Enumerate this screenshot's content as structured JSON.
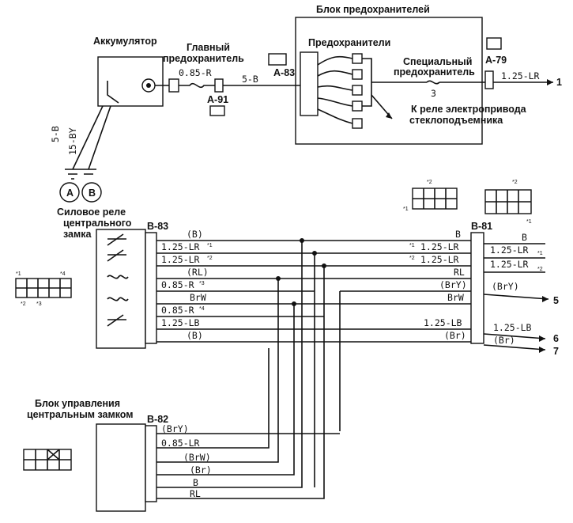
{
  "labels": {
    "fuse_block": "Блок предохранителей",
    "fuses": "Предохранители",
    "battery": "Аккумулятор",
    "main_fuse_l1": "Главный",
    "main_fuse_l2": "предохранитель",
    "special_fuse_l1": "Специальный",
    "special_fuse_l2": "предохранитель",
    "window_relay_l1": "К реле электропривода",
    "window_relay_l2": "стеклоподъемника",
    "power_relay_l1": "Силовое реле",
    "power_relay_l2": "центрального",
    "power_relay_l3": "замка",
    "control_unit_l1": "Блок управления",
    "control_unit_l2": "центральным замком"
  },
  "connectors": {
    "a83": "A-83",
    "a91": "A-91",
    "a79": "A-79",
    "b83": "B-83",
    "b81": "B-81",
    "b82": "B-82"
  },
  "top_wires": {
    "w085r": "0.85-R",
    "w5b": "5-B",
    "w125lr": "1.25-LR",
    "fuse_no": "3",
    "out1": "1",
    "batt_w1": "5-B",
    "batt_w2": "15-BY",
    "ground_a": "A",
    "ground_b": "B"
  },
  "b83_wires": [
    "(B)",
    "1.25-LR",
    "1.25-LR",
    "(RL)",
    "0.85-R",
    "BrW",
    "0.85-R",
    "1.25-LB",
    "(B)"
  ],
  "b83_marks": [
    "*1",
    "*2",
    "*3",
    "*4"
  ],
  "b81_in": [
    "B",
    "1.25-LR",
    "1.25-LR",
    "RL",
    "(BrY)",
    "BrW",
    "1.25-LB",
    "(Br)"
  ],
  "b81_in_marks": [
    "*1",
    "*2"
  ],
  "b81_out": [
    "B",
    "1.25-LR",
    "1.25-LR",
    "(BrY)",
    "1.25-LB",
    "(Br)"
  ],
  "b81_out_marks": [
    "*1",
    "*2"
  ],
  "outputs": [
    "5",
    "6",
    "7"
  ],
  "b82_wires": [
    "(BrY)",
    "0.85-LR",
    "(BrW)",
    "(Br)",
    "B",
    "RL"
  ],
  "pin_markers": {
    "p1": "*1",
    "p2": "*2",
    "p3": "*3",
    "p4": "*4"
  }
}
